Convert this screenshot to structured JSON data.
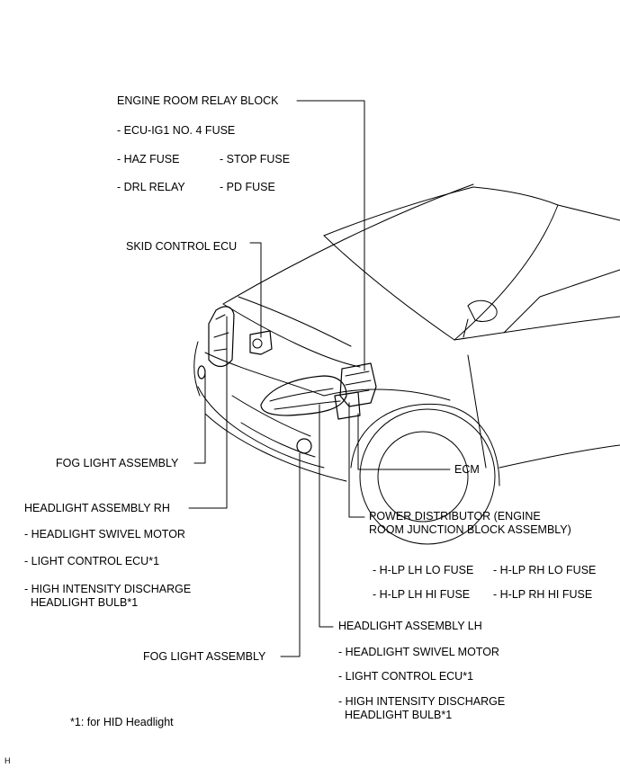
{
  "labels": {
    "engine_room_relay_block": "ENGINE ROOM RELAY BLOCK",
    "ecu_ig1_fuse": "- ECU-IG1 NO. 4 FUSE",
    "haz_fuse": "- HAZ FUSE",
    "stop_fuse": "- STOP FUSE",
    "drl_relay": "- DRL RELAY",
    "pd_fuse": "- PD FUSE",
    "skid_control_ecu": "SKID CONTROL ECU",
    "fog_light_left": "FOG LIGHT ASSEMBLY",
    "ecm": "ECM",
    "headlight_rh": "HEADLIGHT ASSEMBLY RH",
    "power_distributor": "POWER DISTRIBUTOR (ENGINE\nROOM JUNCTION BLOCK ASSEMBLY)",
    "rh_swivel": "- HEADLIGHT SWIVEL MOTOR",
    "rh_light_ecu": "- LIGHT CONTROL ECU*1",
    "rh_hid": "- HIGH INTENSITY DISCHARGE\n  HEADLIGHT BULB*1",
    "hlp_lh_lo": "- H-LP LH LO FUSE",
    "hlp_rh_lo": "- H-LP RH LO FUSE",
    "hlp_lh_hi": "- H-LP LH HI FUSE",
    "hlp_rh_hi": "- H-LP RH HI FUSE",
    "headlight_lh": "HEADLIGHT ASSEMBLY LH",
    "fog_light_right": "FOG LIGHT ASSEMBLY",
    "lh_swivel": "- HEADLIGHT SWIVEL MOTOR",
    "lh_light_ecu": "- LIGHT CONTROL ECU*1",
    "lh_hid": "- HIGH INTENSITY DISCHARGE\n  HEADLIGHT BULB*1",
    "footnote": "*1: for HID Headlight",
    "corner_code": "H"
  }
}
